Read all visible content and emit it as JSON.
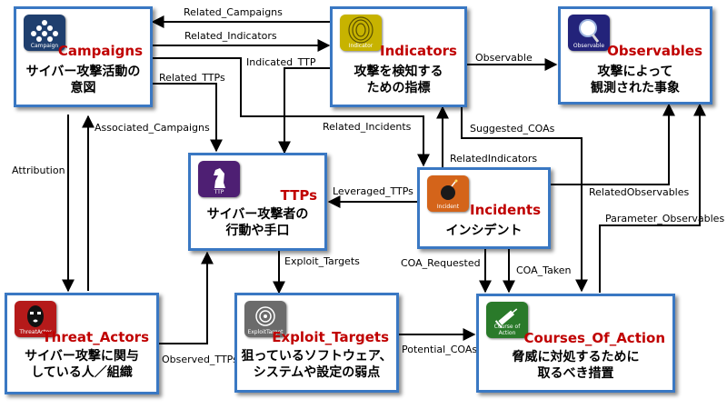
{
  "nodes": {
    "campaigns": {
      "title": "Campaigns",
      "icon_caption": "Campaign",
      "desc_line1": "サイバー攻撃活動の",
      "desc_line2": "意図",
      "icon_color": "#1f3f6e",
      "icon": "crowd-icon"
    },
    "indicators": {
      "title": "Indicators",
      "icon_caption": "Indicator",
      "desc_line1": "攻撃を検知する",
      "desc_line2": "ための指標",
      "icon_color": "#c7b300",
      "icon": "fingerprint-icon"
    },
    "observables": {
      "title": "Observables",
      "icon_caption": "Observable",
      "desc_line1": "攻撃によって",
      "desc_line2": "観測された事象",
      "icon_color": "#23237a",
      "icon": "magnifier-icon"
    },
    "ttps": {
      "title": "TTPs",
      "icon_caption": "TTP",
      "desc_line1": "サイバー攻撃者の",
      "desc_line2": "行動や手口",
      "icon_color": "#4e1f73",
      "icon": "chess-knight-icon"
    },
    "incidents": {
      "title": "Incidents",
      "icon_caption": "Incident",
      "desc_line1": "インシデント",
      "desc_line2": "",
      "icon_color": "#d4641a",
      "icon": "bomb-icon"
    },
    "threat_actors": {
      "title": "Threat_Actors",
      "icon_caption": "ThreatActor",
      "desc_line1": "サイバー攻撃に関与",
      "desc_line2": "している人／組織",
      "icon_color": "#b51a1a",
      "icon": "masked-face-icon"
    },
    "exploit_targets": {
      "title": "Exploit_Targets",
      "icon_caption": "ExploitTarget",
      "desc_line1": "狙っているソフトウェア、",
      "desc_line2": "システムや設定の弱点",
      "icon_color": "#6b6b6b",
      "icon": "target-icon"
    },
    "courses_of_action": {
      "title": "Courses_Of_Action",
      "icon_caption": "Course of Action",
      "desc_line1": "脅威に対処するために",
      "desc_line2": "取るべき措置",
      "icon_color": "#2a7a2a",
      "icon": "syringe-icon"
    }
  },
  "edges": {
    "related_campaigns": "Related_Campaigns",
    "related_indicators": "Related_Indicators",
    "indicated_ttp": "Indicated_TTP",
    "observable": "Observable",
    "related_ttps": "Related_TTPs",
    "associated_campaigns": "Associated_Campaigns",
    "related_incidents": "Related_Incidents",
    "suggested_coas": "Suggested_COAs",
    "attribution": "Attribution",
    "related_indicators_2": "RelatedIndicators",
    "leveraged_ttps": "Leveraged_TTPs",
    "related_observables": "RelatedObservables",
    "parameter_observables": "Parameter_Observables",
    "exploit_targets": "Exploit_Targets",
    "coa_requested": "COA_Requested",
    "coa_taken": "COA_Taken",
    "observed_ttps": "Observed_TTPs",
    "potential_coas": "Potential_COAs"
  },
  "colors": {
    "node_border": "#3a78c3",
    "node_title": "#c00000",
    "edge": "#000000"
  }
}
